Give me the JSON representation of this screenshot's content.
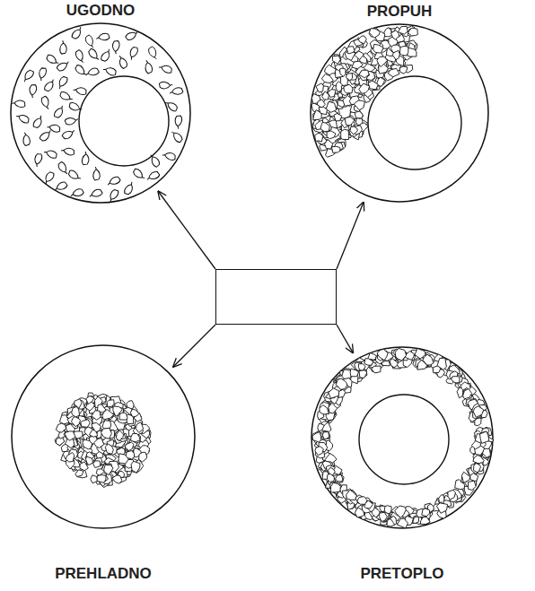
{
  "diagram": {
    "nodes": [
      {
        "text": [
          "UGODNO"
        ]
      },
      {
        "text": [
          "PROPUH"
        ]
      },
      {
        "text": []
      },
      {
        "text": [
          "PREHLADNO"
        ]
      },
      {
        "text": [
          "PRETOPLO"
        ]
      }
    ],
    "edges": [
      {
        "from": 2,
        "to": 0,
        "arrow": "to"
      },
      {
        "from": 2,
        "to": 1,
        "arrow": "to"
      },
      {
        "from": 2,
        "to": 3,
        "arrow": "to"
      },
      {
        "from": 2,
        "to": 4,
        "arrow": "to"
      }
    ]
  }
}
